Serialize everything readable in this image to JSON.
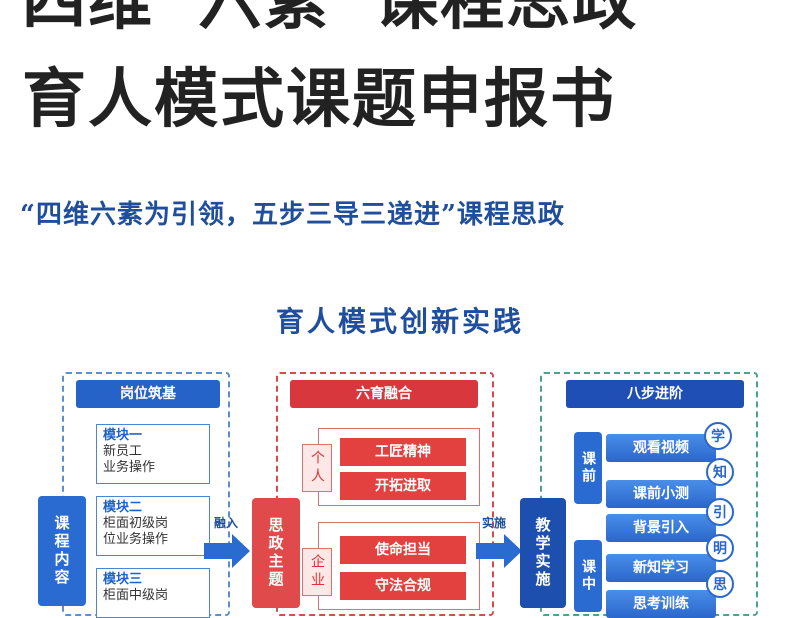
{
  "title": {
    "line1": "四维“六素”课程思政",
    "line2": "育人模式课题申报书"
  },
  "subtitle": "“四维六素为引领，五步三导三递进”课程思政",
  "subtitle2": "育人模式创新实践",
  "diagram": {
    "left": {
      "header": "岗位筑基",
      "side_label": "课程内容",
      "modules": [
        {
          "title": "模块一",
          "text": [
            "新员工",
            "业务操作"
          ]
        },
        {
          "title": "模块二",
          "text": [
            "柜面初级岗",
            "位业务操作"
          ]
        },
        {
          "title": "模块三",
          "text": [
            "柜面中级岗"
          ]
        }
      ]
    },
    "arrow1_label": "融入",
    "center": {
      "header": "六育融合",
      "side_label": "思政主题",
      "groups": [
        {
          "label": "个人",
          "items": [
            "工匠精神",
            "开拓进取"
          ]
        },
        {
          "label": "企业",
          "items": [
            "使命担当",
            "守法合规"
          ]
        }
      ]
    },
    "arrow2_label": "实施",
    "right": {
      "header": "八步进阶",
      "side_label": "教学实施",
      "phases": [
        "课前",
        "课中"
      ],
      "steps": [
        "观看视频",
        "课前小测",
        "背景引入",
        "新知学习",
        "思考训练"
      ],
      "circles": [
        "学",
        "知",
        "引",
        "明",
        "思"
      ]
    }
  }
}
